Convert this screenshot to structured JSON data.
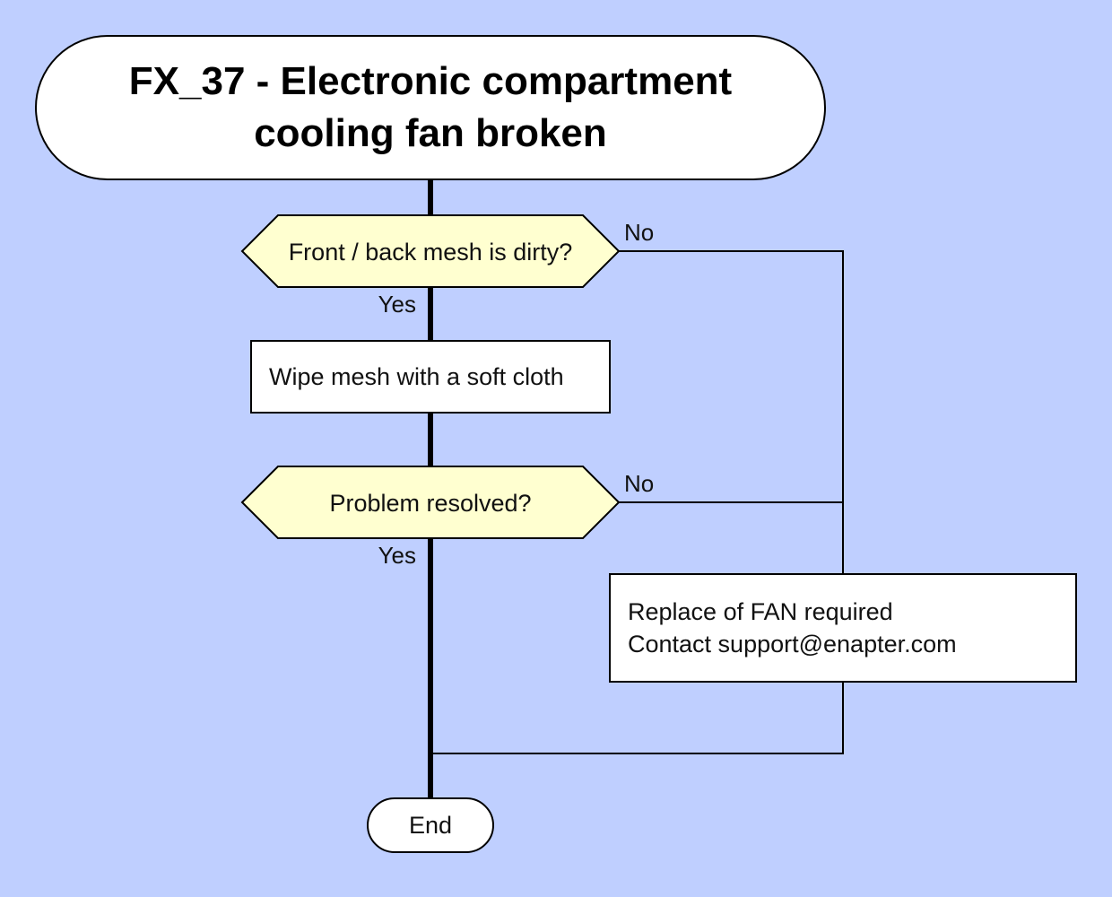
{
  "colors": {
    "background": "#BFCFFF",
    "terminal_fill": "#FFFFFF",
    "decision_fill": "#FFFFD0",
    "process_fill": "#FFFFFF",
    "stroke": "#000000",
    "text": "#111111"
  },
  "diagram": {
    "title": "FX_37 - Electronic compartment cooling fan broken",
    "decision1": {
      "question": "Front / back mesh is dirty?",
      "no_label": "No",
      "yes_label": "Yes"
    },
    "action1": {
      "text": "Wipe mesh with a soft cloth"
    },
    "decision2": {
      "question": "Problem resolved?",
      "no_label": "No",
      "yes_label": "Yes"
    },
    "replace_box": {
      "line1": "Replace of FAN required",
      "line2": "Contact support@enapter.com"
    },
    "end": {
      "text": "End"
    }
  }
}
